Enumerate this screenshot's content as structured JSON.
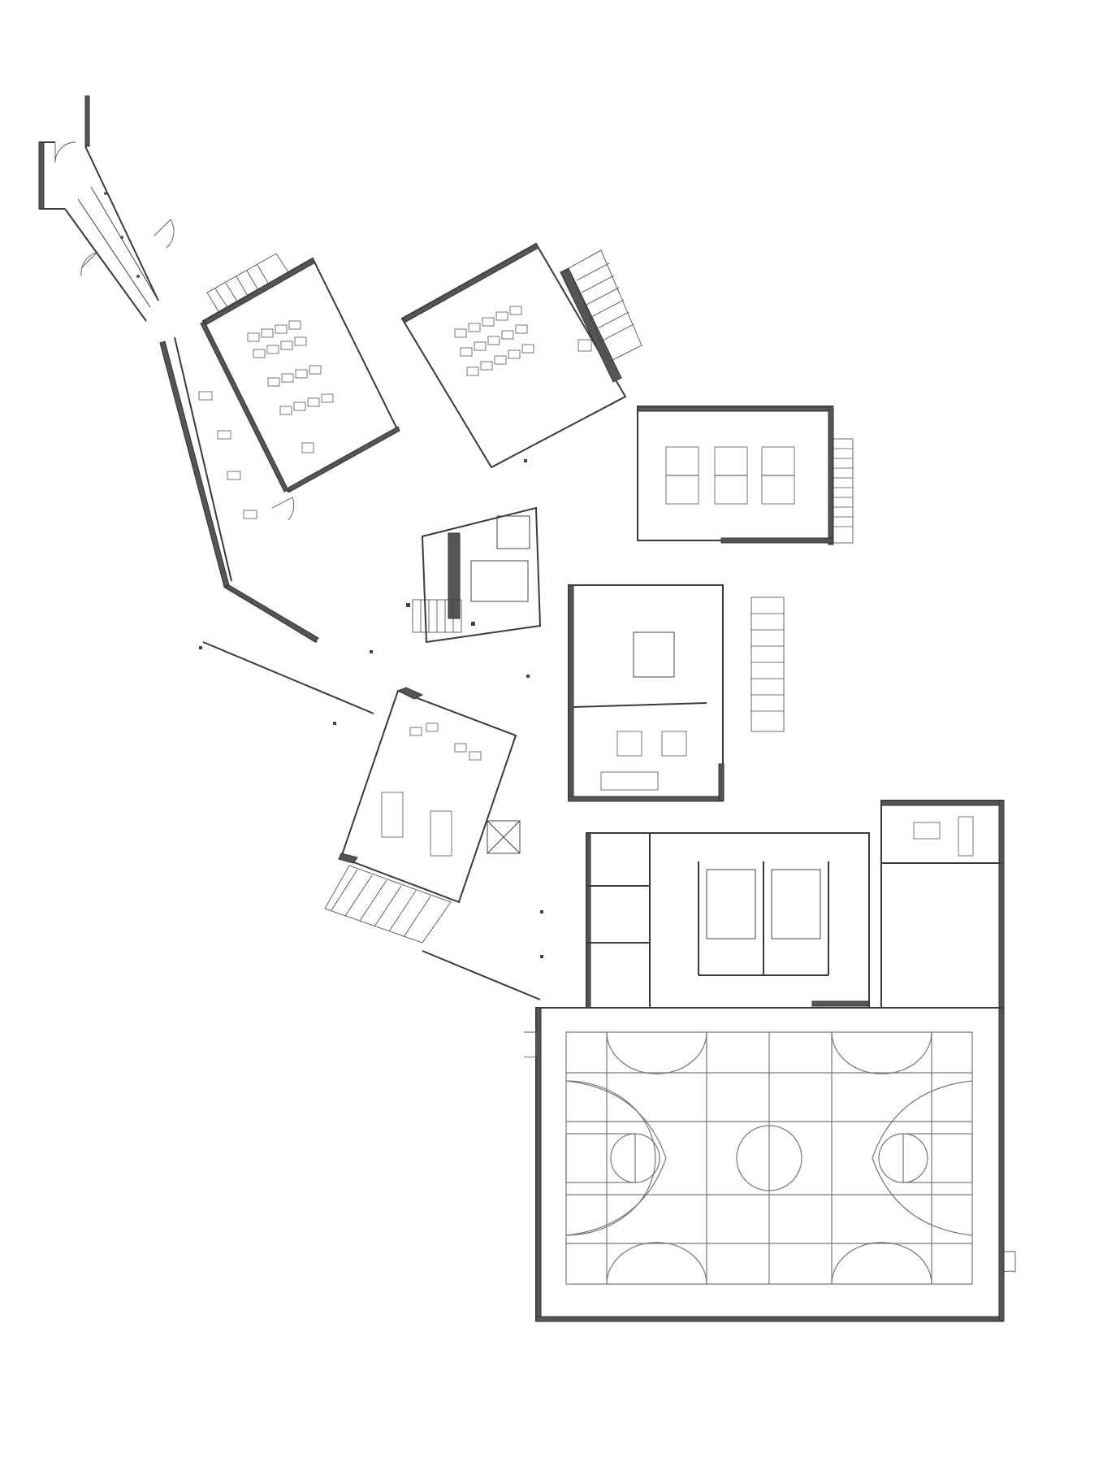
{
  "drawing": {
    "type": "floor plan",
    "colors": {
      "background": "#ffffff",
      "line": "#3a3a3a",
      "poche": "#555555"
    }
  },
  "rooms": [
    {
      "id": "entry-corridor"
    },
    {
      "id": "classroom-nw"
    },
    {
      "id": "classroom-n"
    },
    {
      "id": "classroom-ne"
    },
    {
      "id": "activity-room"
    },
    {
      "id": "office-room"
    },
    {
      "id": "classroom-sw"
    },
    {
      "id": "toilet-block"
    },
    {
      "id": "office-east"
    },
    {
      "id": "gymnasium"
    },
    {
      "id": "central-core"
    }
  ]
}
